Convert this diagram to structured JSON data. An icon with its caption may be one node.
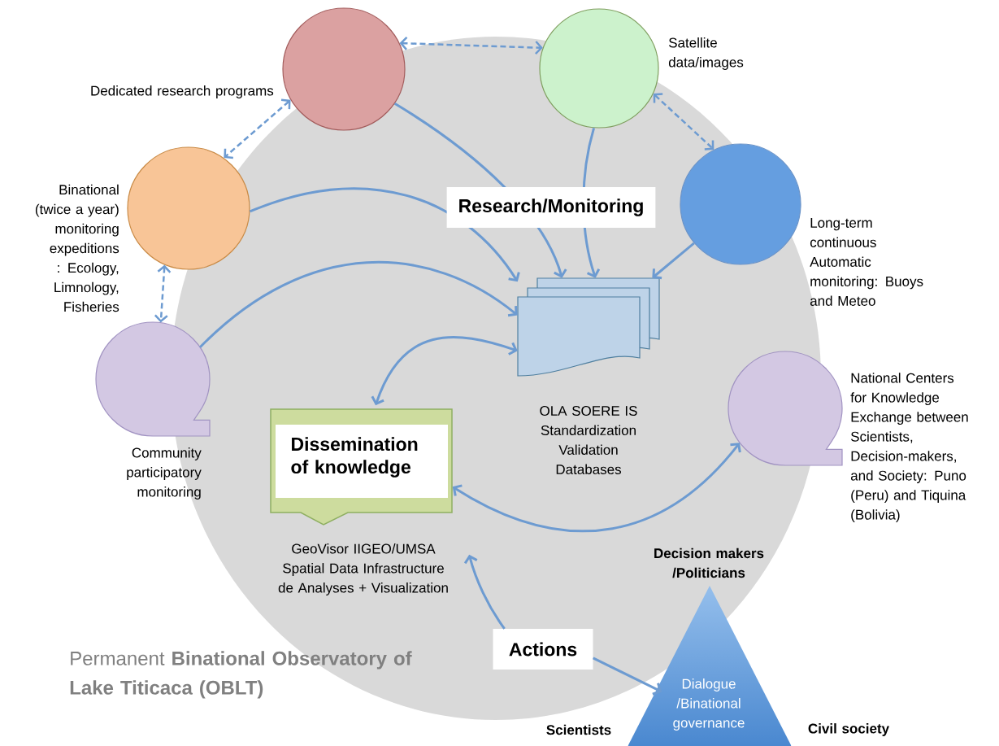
{
  "diagram": {
    "title": "Permanent **Binational Observatory of Lake Titicaca (OBLT)**",
    "nodes": [
      {
        "text": [],
        "shape": "circle",
        "beside": [
          "Dedicated research programs"
        ]
      },
      {
        "text": [],
        "shape": "circle",
        "beside": [
          "Satellite data/images"
        ]
      },
      {
        "text": [],
        "shape": "circle",
        "beside": [
          "Binational (twice a year) monitoring expeditions : Ecology, Limnology, Fisheries"
        ]
      },
      {
        "text": [],
        "shape": "circle",
        "beside": [
          "Long-term continuous Automatic monitoring: Buoys and Meteo"
        ]
      },
      {
        "text": [],
        "shape": "bubble",
        "beside": [
          "Community participatory monitoring"
        ]
      },
      {
        "text": [],
        "shape": "document",
        "beside": [
          "OLA SOERE IS Standardization Validation Databases"
        ]
      },
      {
        "text": [
          "Dissemination of knowledge"
        ]
      },
      {
        "text": [
          "GeoVisor IIGEO/UMSA Spatial Data Infrastructure de Analyses + Visualization"
        ]
      },
      {
        "text": [],
        "shape": "bubble",
        "beside": [
          "National Centers for Knowledge Exchange between Scientists, Decision-makers, and Society: Puno (Peru) and Tiquina (Bolivia)"
        ]
      },
      {
        "text": [
          "Actions"
        ]
      },
      {
        "text": [
          "Dialogue /Binational governance"
        ],
        "beside": [
          "Decision makers /Politicians",
          "Scientists",
          "Civil society"
        ]
      }
    ],
    "edges": [
      {
        "from": 0,
        "to": 1,
        "arrow": "both",
        "style": "dashed"
      },
      {
        "from": 0,
        "to": 2,
        "arrow": "both",
        "style": "dashed"
      },
      {
        "from": 1,
        "to": 3,
        "arrow": "both",
        "style": "dashed"
      },
      {
        "from": 2,
        "to": 4,
        "arrow": "both",
        "style": "dashed"
      },
      {
        "from": 0,
        "to": 5,
        "arrow": "to"
      },
      {
        "from": 1,
        "to": 5,
        "arrow": "to"
      },
      {
        "from": 3,
        "to": 5,
        "arrow": "to"
      },
      {
        "from": 2,
        "to": 5,
        "arrow": "to"
      },
      {
        "from": 4,
        "to": 5,
        "arrow": "to"
      },
      {
        "from": 5,
        "to": 6,
        "arrow": "both"
      },
      {
        "from": 6,
        "to": 8,
        "arrow": "both"
      },
      {
        "from": 9,
        "to": 7,
        "arrow": "to"
      },
      {
        "from": 9,
        "to": 10,
        "arrow": "to"
      }
    ],
    "labels": [
      "Research/Monitoring"
    ]
  }
}
